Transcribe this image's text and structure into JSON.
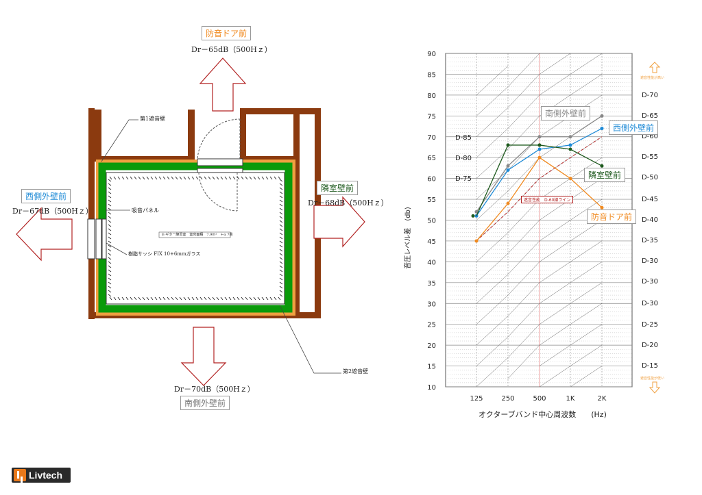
{
  "plan": {
    "top_label": "防音ドア前",
    "top_value": "Dr－65dB（500Hｚ）",
    "left_label": "西側外壁前",
    "left_value": "Dr－67dB（500Hｚ）",
    "right_label": "隣室壁前",
    "right_value": "Dr－68dB（500Hｚ）",
    "bottom_label": "南側外壁前",
    "bottom_value": "Dr－70dB（500Hｚ）",
    "wall1": "第1遮音壁",
    "wall2": "第2遮音壁",
    "panel": "吸音パネル",
    "sash": "樹脂サッシ FIX 10+6mmガラス",
    "room_note": "E-ギター練習室　室床面積　7.9ｍ²　＋α 7畳",
    "colors": {
      "wall": "#8b3a0f",
      "green": "#0a9a0a",
      "arrow": "#b22222",
      "orange": "#f0a040"
    }
  },
  "chart_data": {
    "type": "line",
    "xlabel": "オクターブバンド中心周波数　　(Hz)",
    "ylabel": "音圧レベル差　(db)",
    "categories": [
      "125",
      "250",
      "500",
      "1K",
      "2K"
    ],
    "ylim": [
      10,
      90
    ],
    "yticks": [
      10,
      15,
      20,
      25,
      30,
      35,
      40,
      45,
      50,
      55,
      60,
      65,
      70,
      75,
      80,
      85,
      90
    ],
    "d_ticks": [
      "D-70",
      "D-65",
      "D-60",
      "D-55",
      "D-50",
      "D-45",
      "D-40",
      "D-35",
      "D-30",
      "D-30",
      "D-30",
      "D-25",
      "D-20",
      "D-15"
    ],
    "d_inner": [
      "D-85",
      "D-80",
      "D-75"
    ],
    "top_note": "遮音性能が高い",
    "bottom_note": "遮音性能が低い",
    "reference_label": "遮音性能　D-60線ライン",
    "series": [
      {
        "name": "南側外壁前",
        "color": "#888888",
        "values": [
          52,
          63,
          70,
          70,
          75
        ]
      },
      {
        "name": "西側外壁前",
        "color": "#1e8ad6",
        "values": [
          51,
          62,
          67,
          68,
          72
        ]
      },
      {
        "name": "隣室壁前",
        "color": "#1e5a1e",
        "values": [
          51,
          68,
          68,
          67,
          63
        ]
      },
      {
        "name": "防音ドア前",
        "color": "#f08a20",
        "values": [
          45,
          54,
          65,
          60,
          53
        ]
      }
    ],
    "reference_values": [
      45,
      52,
      60,
      65,
      70
    ]
  }
}
